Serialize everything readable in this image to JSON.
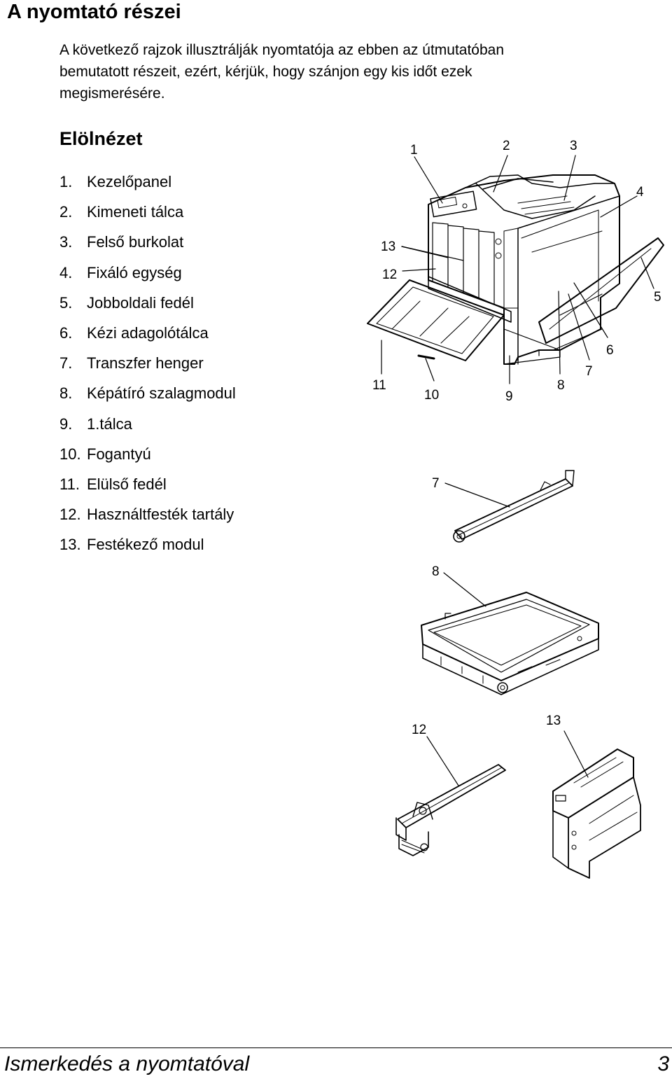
{
  "page": {
    "title": "A nyomtató részei",
    "intro_lines": [
      "A következő rajzok illusztrálják nyomtatója az ebben az útmutatóban",
      "bemutatott részeit, ezért, kérjük, hogy szánjon egy kis időt ezek",
      "megismerésére."
    ],
    "section_title": "Elölnézet"
  },
  "parts": [
    {
      "num": "1.",
      "label": "Kezelőpanel"
    },
    {
      "num": "2.",
      "label": "Kimeneti tálca"
    },
    {
      "num": "3.",
      "label": "Felső burkolat"
    },
    {
      "num": "4.",
      "label": "Fixáló egység"
    },
    {
      "num": "5.",
      "label": "Jobboldali fedél"
    },
    {
      "num": "6.",
      "label": "Kézi adagolótálca"
    },
    {
      "num": "7.",
      "label": "Transzfer henger"
    },
    {
      "num": "8.",
      "label": "Képátíró szalagmodul"
    },
    {
      "num": "9.",
      "label": "1.tálca"
    },
    {
      "num": "10.",
      "label": "Fogantyú"
    },
    {
      "num": "11.",
      "label": "Elülső fedél"
    },
    {
      "num": "12.",
      "label": "Használtfesték tartály"
    },
    {
      "num": "13.",
      "label": "Festékező modul"
    }
  ],
  "callouts": {
    "printer": [
      "1",
      "2",
      "3",
      "4",
      "5",
      "6",
      "7",
      "8",
      "9",
      "10",
      "11",
      "12",
      "13"
    ],
    "transfer_roller": "7",
    "belt_unit": "8",
    "waste_toner": "12",
    "toner_module": "13"
  },
  "footer": {
    "title": "Ismerkedés a nyomtatóval",
    "page_number": "3"
  }
}
